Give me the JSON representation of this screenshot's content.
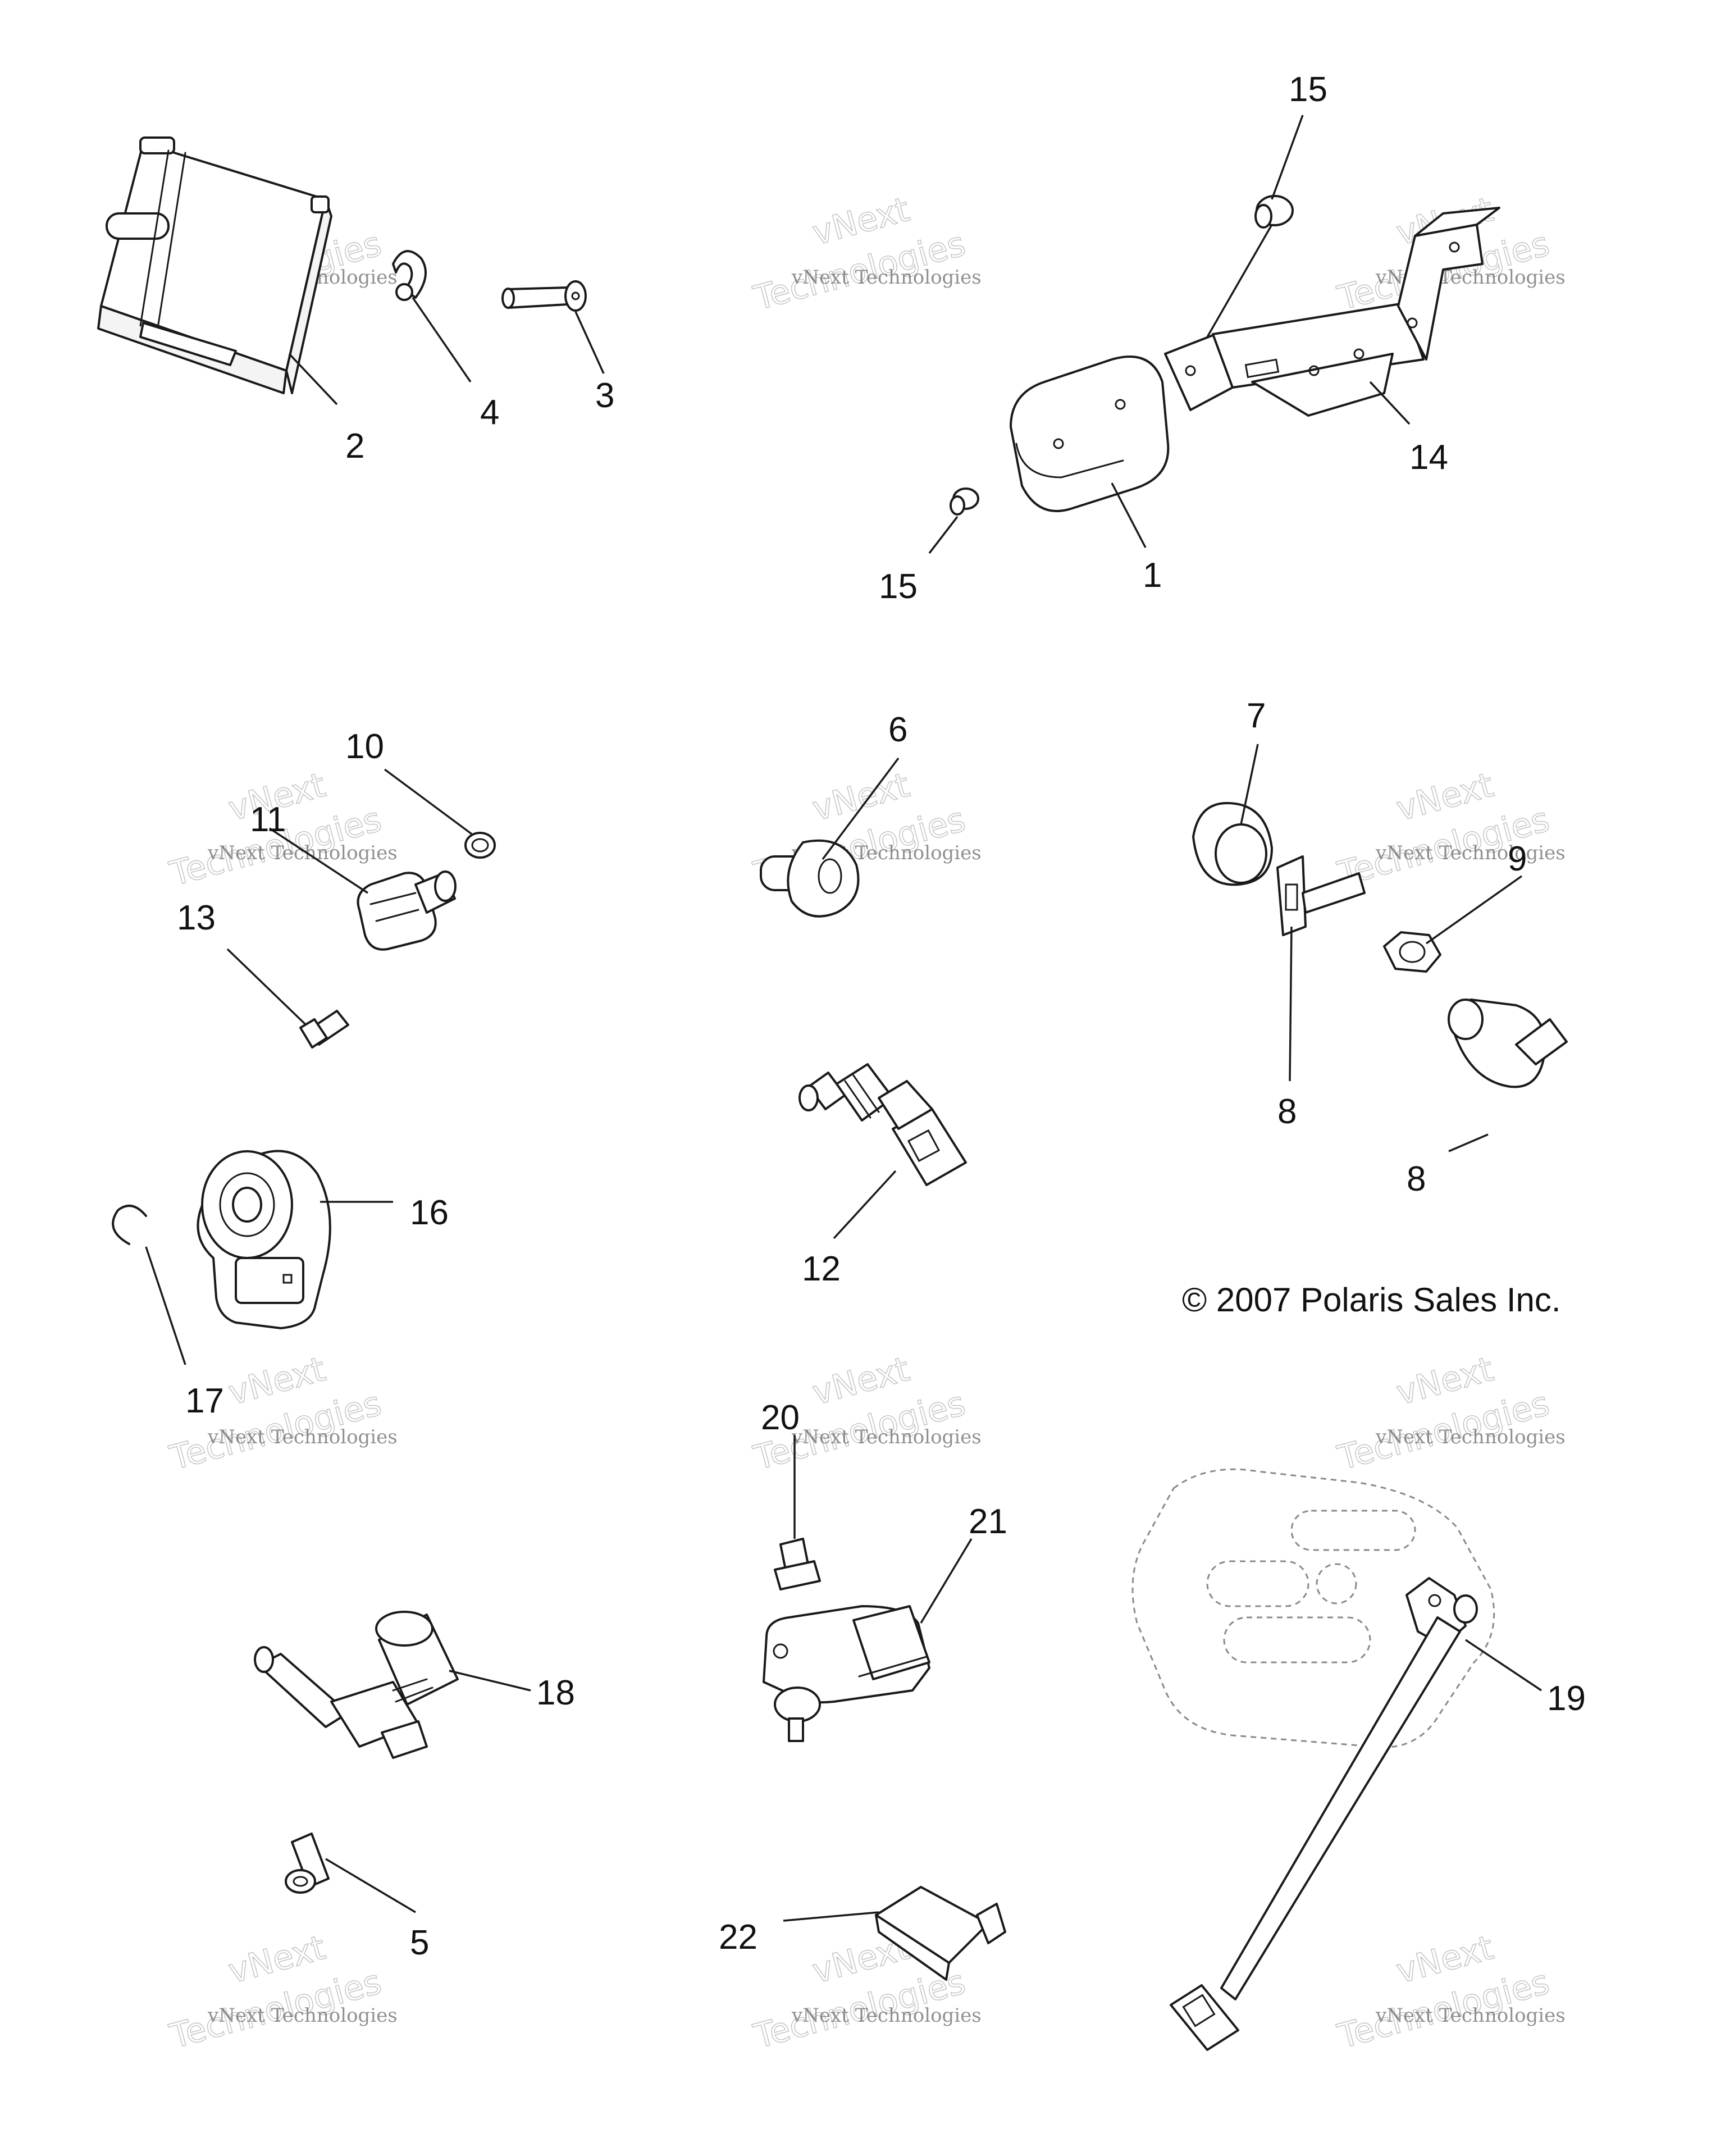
{
  "diagram": {
    "copyright": "© 2007 Polaris Sales Inc.",
    "watermark": {
      "line1": "vNext",
      "line2": "Technologies",
      "small": "vNext Technologies"
    },
    "callouts": {
      "c1": "1",
      "c2": "2",
      "c3": "3",
      "c4": "4",
      "c5": "5",
      "c6": "6",
      "c7": "7",
      "c8a": "8",
      "c8b": "8",
      "c9": "9",
      "c10": "10",
      "c11": "11",
      "c12": "12",
      "c13": "13",
      "c14": "14",
      "c15a": "15",
      "c15b": "15",
      "c16": "16",
      "c17": "17",
      "c18": "18",
      "c19": "19",
      "c20": "20",
      "c21": "21",
      "c22": "22"
    }
  }
}
